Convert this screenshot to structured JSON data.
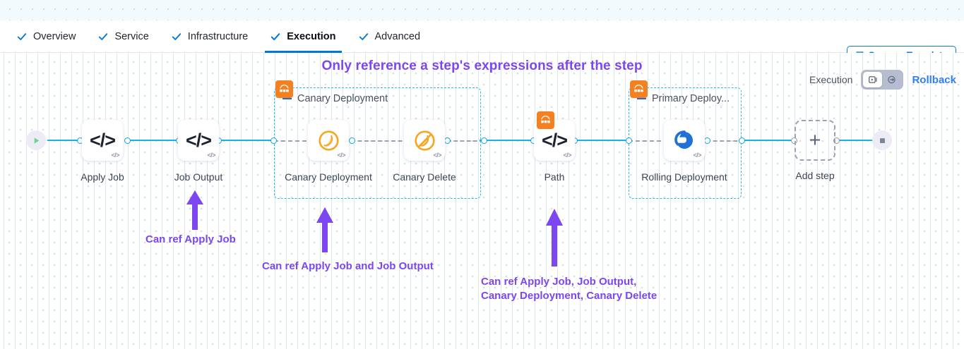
{
  "tabs": [
    {
      "label": "Overview",
      "icon": "check-icon",
      "active": false
    },
    {
      "label": "Service",
      "icon": "check-icon",
      "active": false
    },
    {
      "label": "Infrastructure",
      "icon": "check-icon",
      "active": false
    },
    {
      "label": "Execution",
      "icon": "check-icon",
      "active": true
    },
    {
      "label": "Advanced",
      "icon": "check-icon",
      "active": false
    }
  ],
  "header": {
    "save_template_label": "Save as Template",
    "save_template_icon": "upload-template-icon"
  },
  "banner": {
    "text": "Only reference a step's expressions after the step"
  },
  "mode_toggle": {
    "label": "Execution",
    "execution_icon": "execution-play-box-icon",
    "rollback_icon": "rollback-arrow-icon",
    "selected": "execution",
    "rollback_label": "Rollback"
  },
  "pipeline": {
    "start_icon": "play-icon",
    "end_icon": "stop-icon",
    "add_step_label": "Add step",
    "add_step_icon": "plus-icon",
    "steps": [
      {
        "name": "Apply Job",
        "icon": "code-icon",
        "badge": "</>"
      },
      {
        "name": "Job Output",
        "icon": "code-icon",
        "badge": "</>"
      },
      {
        "name": "Canary\nDeployment",
        "icon": "canary-bird-icon",
        "badge": "</>"
      },
      {
        "name": "Canary Delete",
        "icon": "canary-bird-delete-icon",
        "badge": "</>"
      },
      {
        "name": "Path",
        "icon": "code-icon",
        "badge": "</>"
      },
      {
        "name": "Rolling\nDeployment",
        "icon": "helm-deployment-icon",
        "badge": "</>"
      }
    ],
    "groups": [
      {
        "title": "Canary Deployment",
        "icon": "step-group-icon"
      },
      {
        "title": "Primary Deploy...",
        "icon": "step-group-icon"
      }
    ]
  },
  "annotations": [
    {
      "text": "Can ref Apply Job"
    },
    {
      "text": "Can ref Apply Job and Job Output"
    },
    {
      "text": "Can ref Apply Job, Job Output,\nCanary Deployment, Canary Delete"
    }
  ],
  "colors": {
    "accent_blue": "#0278d5",
    "annotation_purple": "#7c46f0",
    "group_orange": "#f4801f",
    "connector_blue": "#17b0ee",
    "group_border": "#2bb8f0"
  }
}
